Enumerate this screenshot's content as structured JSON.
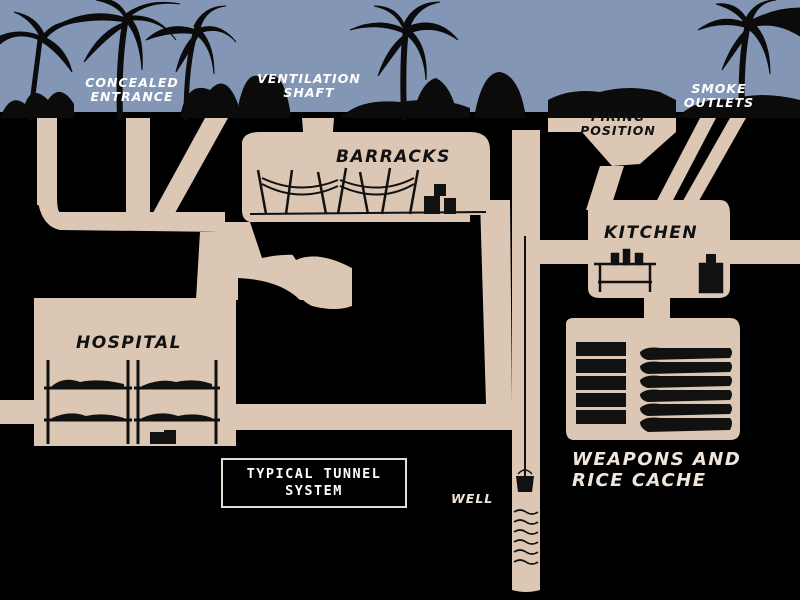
{
  "colors": {
    "sky": "#8396b5",
    "earth": "#000000",
    "tunnel": "#dcc7b4",
    "vegetation": "#0b0b0b",
    "label_light": "#ffffff"
  },
  "surface_labels": {
    "concealed_entrance": "CONCEALED\nENTRANCE",
    "ventilation_shaft": "VENTILATION\nSHAFT",
    "smoke_outlets": "SMOKE\nOUTLETS"
  },
  "rooms": {
    "firing_position": "FIRING\nPOSITION",
    "barracks": "BARRACKS",
    "kitchen": "KITCHEN",
    "hospital": "HOSPITAL",
    "weapons_cache": "WEAPONS AND\nRICE CACHE",
    "well": "WELL"
  },
  "title": "TYPICAL  TUNNEL\nSYSTEM"
}
